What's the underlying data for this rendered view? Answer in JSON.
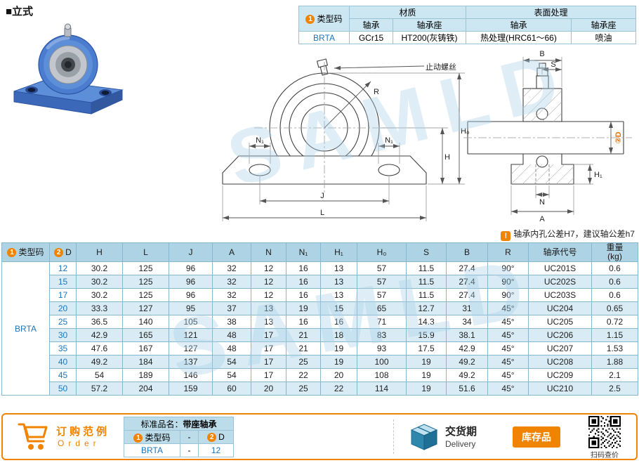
{
  "page": {
    "title": "■立式",
    "watermark": "SAMLD"
  },
  "spec_table": {
    "type_badge": "1",
    "type_label": "类型码",
    "material_label": "材质",
    "surface_label": "表面处理",
    "sub_headers": [
      "轴承",
      "轴承座",
      "轴承",
      "轴承座"
    ],
    "row": {
      "code": "BRTA",
      "bearing_material": "GCr15",
      "housing_material": "HT200(灰铸铁)",
      "bearing_surface": "热处理(HRC61～66)",
      "housing_surface": "喷油"
    }
  },
  "drawing": {
    "set_screw_label": "止动螺丝",
    "front": {
      "r": "R",
      "n1_left": "N₁",
      "n1_right": "N₁",
      "h": "H",
      "h0": "H₀",
      "j": "J",
      "l": "L"
    },
    "side": {
      "b": "B",
      "s": "S",
      "d_badge": "②",
      "d": "D",
      "h1": "H₁",
      "n": "N",
      "a": "A"
    },
    "note_badge": "!",
    "note": "轴承内孔公差H7，建议轴公差h7"
  },
  "main_table": {
    "headers": [
      {
        "b": "1",
        "t": "类型码"
      },
      {
        "b": "2",
        "t": "D"
      },
      {
        "t": "H"
      },
      {
        "t": "L"
      },
      {
        "t": "J"
      },
      {
        "t": "A"
      },
      {
        "t": "N"
      },
      {
        "t": "N₁"
      },
      {
        "t": "H₁"
      },
      {
        "t": "H₀"
      },
      {
        "t": "S"
      },
      {
        "t": "B"
      },
      {
        "t": "R"
      },
      {
        "t": "轴承代号"
      },
      {
        "t": "重量\n(kg)"
      }
    ],
    "type_code": "BRTA",
    "rows": [
      [
        "12",
        "30.2",
        "125",
        "96",
        "32",
        "12",
        "16",
        "13",
        "57",
        "11.5",
        "27.4",
        "90°",
        "UC201S",
        "0.6"
      ],
      [
        "15",
        "30.2",
        "125",
        "96",
        "32",
        "12",
        "16",
        "13",
        "57",
        "11.5",
        "27.4",
        "90°",
        "UC202S",
        "0.6"
      ],
      [
        "17",
        "30.2",
        "125",
        "96",
        "32",
        "12",
        "16",
        "13",
        "57",
        "11.5",
        "27.4",
        "90°",
        "UC203S",
        "0.6"
      ],
      [
        "20",
        "33.3",
        "127",
        "95",
        "37",
        "13",
        "19",
        "15",
        "65",
        "12.7",
        "31",
        "45°",
        "UC204",
        "0.65"
      ],
      [
        "25",
        "36.5",
        "140",
        "105",
        "38",
        "13",
        "16",
        "16",
        "71",
        "14.3",
        "34",
        "45°",
        "UC205",
        "0.72"
      ],
      [
        "30",
        "42.9",
        "165",
        "121",
        "48",
        "17",
        "21",
        "18",
        "83",
        "15.9",
        "38.1",
        "45°",
        "UC206",
        "1.15"
      ],
      [
        "35",
        "47.6",
        "167",
        "127",
        "48",
        "17",
        "21",
        "19",
        "93",
        "17.5",
        "42.9",
        "45°",
        "UC207",
        "1.53"
      ],
      [
        "40",
        "49.2",
        "184",
        "137",
        "54",
        "17",
        "25",
        "19",
        "100",
        "19",
        "49.2",
        "45°",
        "UC208",
        "1.88"
      ],
      [
        "45",
        "54",
        "189",
        "146",
        "54",
        "17",
        "22",
        "20",
        "108",
        "19",
        "49.2",
        "45°",
        "UC209",
        "2.1"
      ],
      [
        "50",
        "57.2",
        "204",
        "159",
        "60",
        "20",
        "25",
        "22",
        "114",
        "19",
        "51.6",
        "45°",
        "UC210",
        "2.5"
      ]
    ]
  },
  "footer": {
    "order_cn": "订购范例",
    "order_en": "Order",
    "product_label": "标准品名：",
    "product_name": "带座轴承",
    "col_type_badge": "1",
    "col_type": "类型码",
    "dash": "-",
    "col_d_badge": "2",
    "col_d": "D",
    "example_code": "BRTA",
    "example_dash": "-",
    "example_d": "12",
    "delivery_cn": "交货期",
    "delivery_en": "Delivery",
    "stock_label": "库存品",
    "qr_caption": "扫码查价"
  },
  "colors": {
    "accent_orange": "#f08300",
    "link_blue": "#1c75bb",
    "table_header_bg": "#aed3e4",
    "row_alt_bg": "#d9ecf6"
  }
}
